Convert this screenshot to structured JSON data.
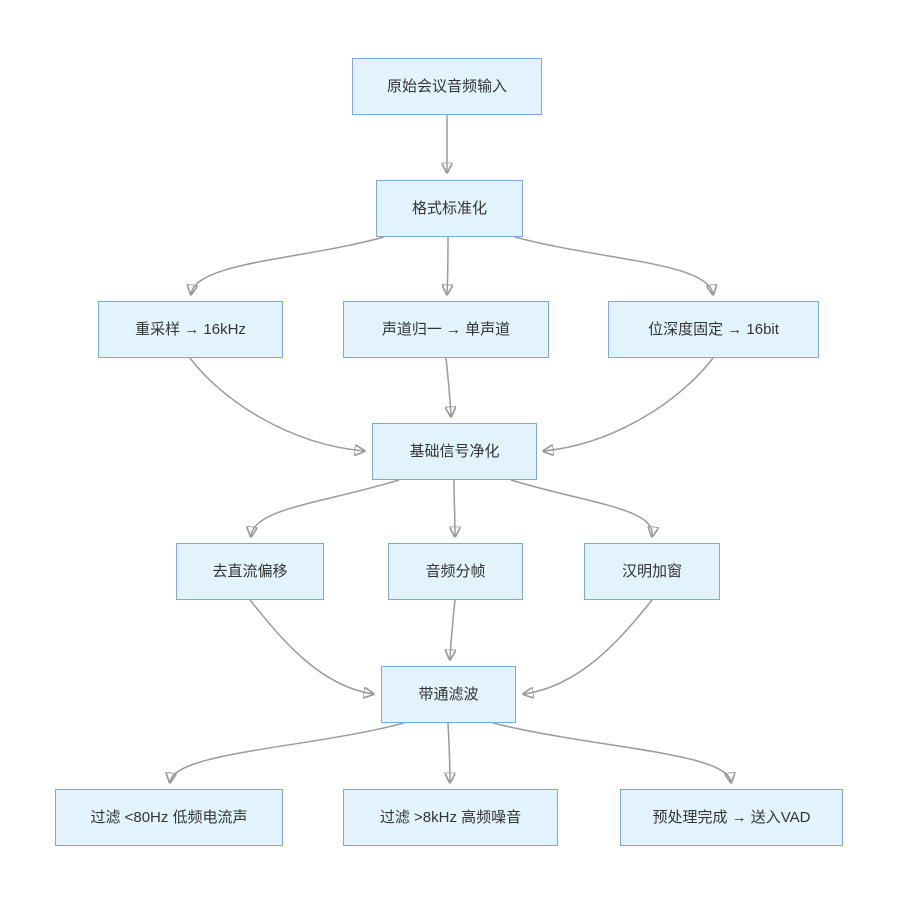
{
  "diagram": {
    "title": "audio-preprocessing-flowchart",
    "colors": {
      "node_fill": "#e3f3fd",
      "node_border": "#7ca9e6",
      "text": "#333333",
      "edge": "#9b9b9b",
      "background": "#ffffff"
    },
    "nodes": [
      {
        "id": "raw-audio-input",
        "label": "原始会议音频输入"
      },
      {
        "id": "format-standardization",
        "label": "格式标准化"
      },
      {
        "id": "resample-16khz",
        "label": "重采样 → 16kHz"
      },
      {
        "id": "channel-to-mono",
        "label": "声道归一 → 单声道"
      },
      {
        "id": "bit-depth-16bit",
        "label": "位深度固定 → 16bit"
      },
      {
        "id": "basic-signal-cleanup",
        "label": "基础信号净化"
      },
      {
        "id": "dc-offset-removal",
        "label": "去直流偏移"
      },
      {
        "id": "audio-framing",
        "label": "音频分帧"
      },
      {
        "id": "hamming-window",
        "label": "汉明加窗"
      },
      {
        "id": "bandpass-filter",
        "label": "带通滤波"
      },
      {
        "id": "filter-low-hum",
        "label": "过滤 <80Hz 低频电流声"
      },
      {
        "id": "filter-high-noise",
        "label": "过滤 >8kHz 高频噪音"
      },
      {
        "id": "preprocess-done-vad",
        "label": "预处理完成 → 送入VAD"
      }
    ],
    "edges": [
      {
        "from": "raw-audio-input",
        "to": "format-standardization"
      },
      {
        "from": "format-standardization",
        "to": "resample-16khz"
      },
      {
        "from": "format-standardization",
        "to": "channel-to-mono"
      },
      {
        "from": "format-standardization",
        "to": "bit-depth-16bit"
      },
      {
        "from": "resample-16khz",
        "to": "basic-signal-cleanup"
      },
      {
        "from": "channel-to-mono",
        "to": "basic-signal-cleanup"
      },
      {
        "from": "bit-depth-16bit",
        "to": "basic-signal-cleanup"
      },
      {
        "from": "basic-signal-cleanup",
        "to": "dc-offset-removal"
      },
      {
        "from": "basic-signal-cleanup",
        "to": "audio-framing"
      },
      {
        "from": "basic-signal-cleanup",
        "to": "hamming-window"
      },
      {
        "from": "dc-offset-removal",
        "to": "bandpass-filter"
      },
      {
        "from": "audio-framing",
        "to": "bandpass-filter"
      },
      {
        "from": "hamming-window",
        "to": "bandpass-filter"
      },
      {
        "from": "bandpass-filter",
        "to": "filter-low-hum"
      },
      {
        "from": "bandpass-filter",
        "to": "filter-high-noise"
      },
      {
        "from": "bandpass-filter",
        "to": "preprocess-done-vad"
      }
    ]
  }
}
